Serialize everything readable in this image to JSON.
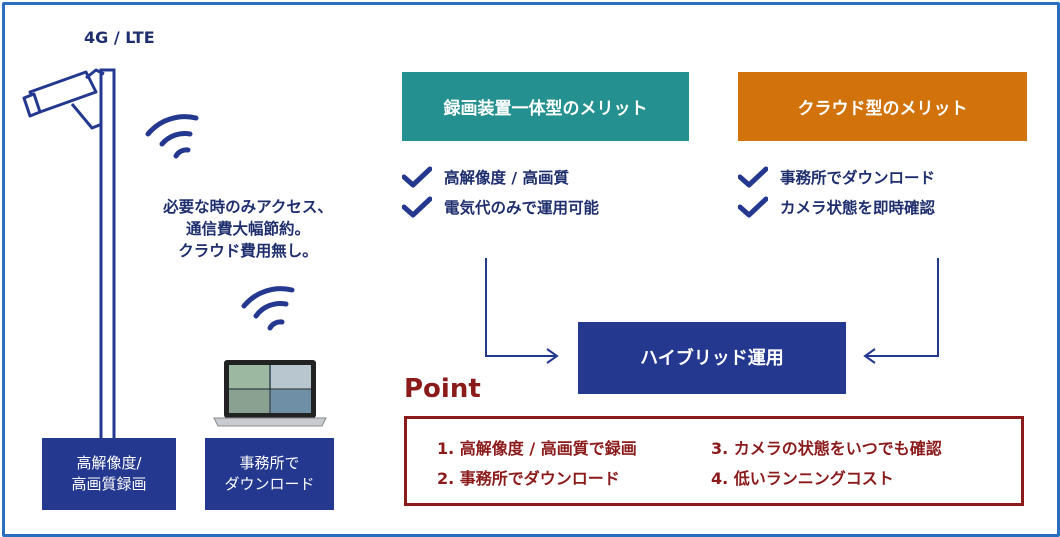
{
  "left": {
    "network_label": "4G / LTE",
    "note_lines": [
      "必要な時のみアクセス、",
      "通信費大幅節約。",
      "クラウド費用無し。"
    ],
    "box_camera": [
      "高解像度/",
      "高画質録画"
    ],
    "box_office": [
      "事務所で",
      "ダウンロード"
    ]
  },
  "merits": {
    "builtin": {
      "title": "録画装置一体型のメリット",
      "items": [
        "高解像度 / 高画質",
        "電気代のみで運用可能"
      ]
    },
    "cloud": {
      "title": "クラウド型のメリット",
      "items": [
        "事務所でダウンロード",
        "カメラ状態を即時確認"
      ]
    }
  },
  "hybrid_label": "ハイブリッド運用",
  "point": {
    "title": "Point",
    "items": [
      "1. 高解像度 / 高画質で録画",
      "2. 事務所でダウンロード",
      "3. カメラの状態をいつでも確認",
      "4. 低いランニングコスト"
    ]
  },
  "colors": {
    "navy": "#24388f",
    "teal": "#24908f",
    "orange": "#d1720a",
    "maroon": "#8b1a1a",
    "frame": "#2a6ec0"
  }
}
